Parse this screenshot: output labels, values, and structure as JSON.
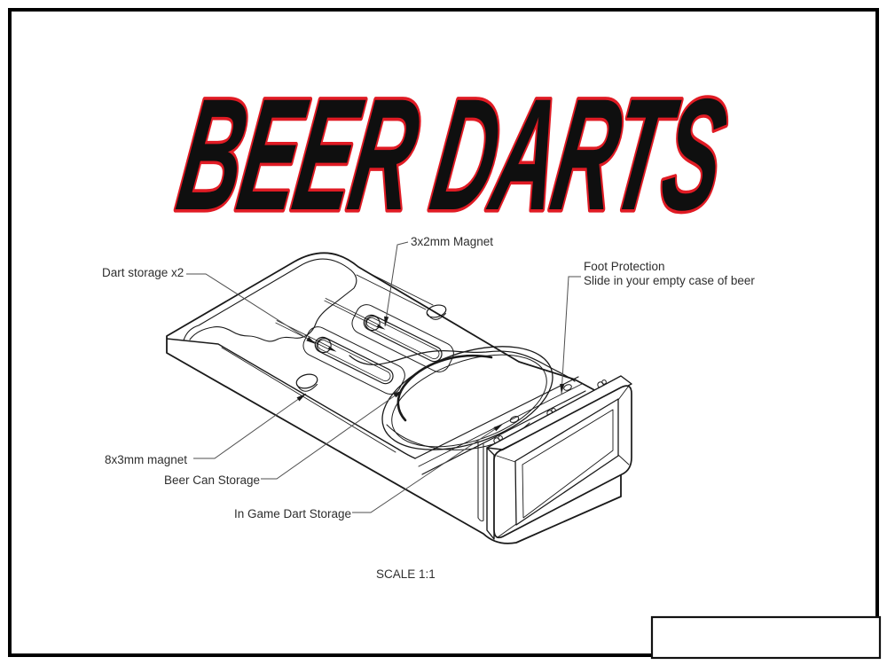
{
  "title": {
    "text": "BEER DARTS",
    "fill_color": "#0f0f0f",
    "outline_color": "#e01b24"
  },
  "callouts": {
    "dart_storage": "Dart storage x2",
    "magnet_3x2": "3x2mm Magnet",
    "foot_protection_line1": "Foot Protection",
    "foot_protection_line2": "Slide in your empty case of beer",
    "magnet_8x3": "8x3mm magnet",
    "beer_can": "Beer Can Storage",
    "in_game": "In Game Dart Storage"
  },
  "notes": {
    "scale": "SCALE 1:1"
  },
  "colors": {
    "background": "#ffffff",
    "page_border": "#000000",
    "drawing_line": "#1a1a1a",
    "leader_line": "#4f4f4f"
  }
}
